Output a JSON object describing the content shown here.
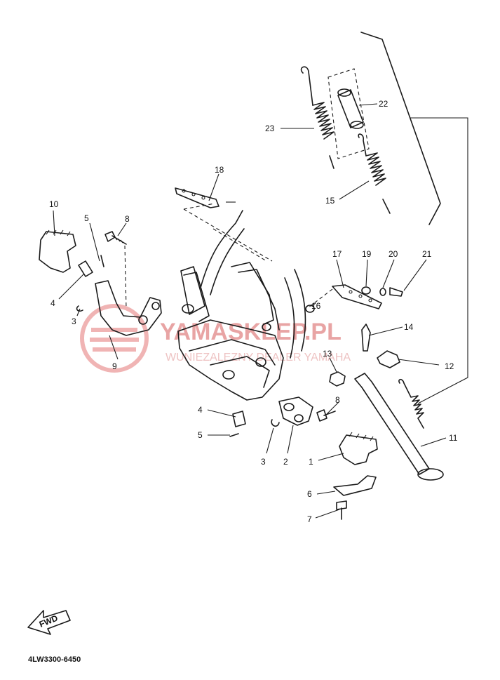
{
  "watermark": {
    "brand": "YAMASKLEP.PL",
    "tagline": "WUNIEZALEZNY DEALER YAMAHA",
    "color": "#e8a4a4"
  },
  "callouts": [
    {
      "id": "c1",
      "label": "1"
    },
    {
      "id": "c2",
      "label": "2"
    },
    {
      "id": "c3a",
      "label": "3"
    },
    {
      "id": "c3b",
      "label": "3"
    },
    {
      "id": "c4a",
      "label": "4"
    },
    {
      "id": "c4b",
      "label": "4"
    },
    {
      "id": "c5a",
      "label": "5"
    },
    {
      "id": "c5b",
      "label": "5"
    },
    {
      "id": "c6",
      "label": "6"
    },
    {
      "id": "c7",
      "label": "7"
    },
    {
      "id": "c8a",
      "label": "8"
    },
    {
      "id": "c8b",
      "label": "8"
    },
    {
      "id": "c9",
      "label": "9"
    },
    {
      "id": "c10",
      "label": "10"
    },
    {
      "id": "c11",
      "label": "11"
    },
    {
      "id": "c12",
      "label": "12"
    },
    {
      "id": "c13",
      "label": "13"
    },
    {
      "id": "c14",
      "label": "14"
    },
    {
      "id": "c15",
      "label": "15"
    },
    {
      "id": "c16",
      "label": "16"
    },
    {
      "id": "c17",
      "label": "17"
    },
    {
      "id": "c18",
      "label": "18"
    },
    {
      "id": "c19",
      "label": "19"
    },
    {
      "id": "c20",
      "label": "20"
    },
    {
      "id": "c21",
      "label": "21"
    },
    {
      "id": "c22",
      "label": "22"
    },
    {
      "id": "c23",
      "label": "23"
    }
  ],
  "direction_label": "FWD",
  "diagram_code": "4LW3300-6450"
}
